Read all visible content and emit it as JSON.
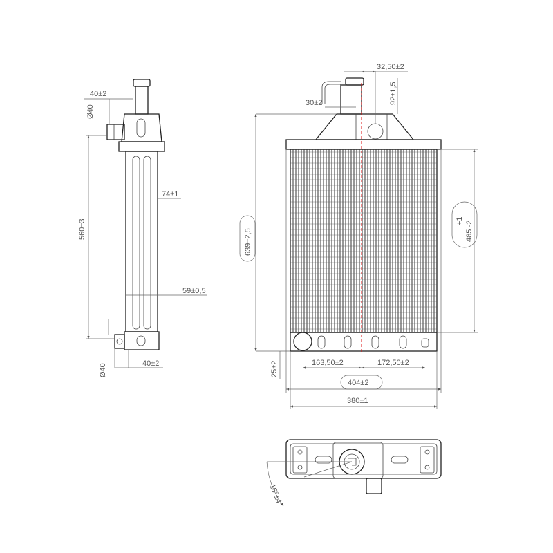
{
  "drawing": {
    "side_view": {
      "dims": {
        "top_width": "40±2",
        "top_pipe_diameter": "Ø40",
        "height": "560±3",
        "core_width": "74±1",
        "core_depth": "59±0,5",
        "bottom_pipe_diameter": "Ø40",
        "bottom_width": "40±2"
      }
    },
    "front_view": {
      "dims": {
        "cap_offset": "32,50±2",
        "cap_width": "30±2",
        "cap_height": "92±1,5",
        "total_height": "639±2,5",
        "core_height_top": "+1",
        "core_height": "485 -2",
        "left_offset": "163,50±2",
        "right_offset": "172,50±2",
        "bottom_offset": "25±2",
        "total_width": "404±2",
        "core_width": "380±1"
      }
    },
    "top_view": {
      "dims": {
        "angle": "15°±4°"
      }
    },
    "colors": {
      "line": "#222222",
      "dimension": "#555555",
      "centerline": "#dd1111"
    }
  }
}
